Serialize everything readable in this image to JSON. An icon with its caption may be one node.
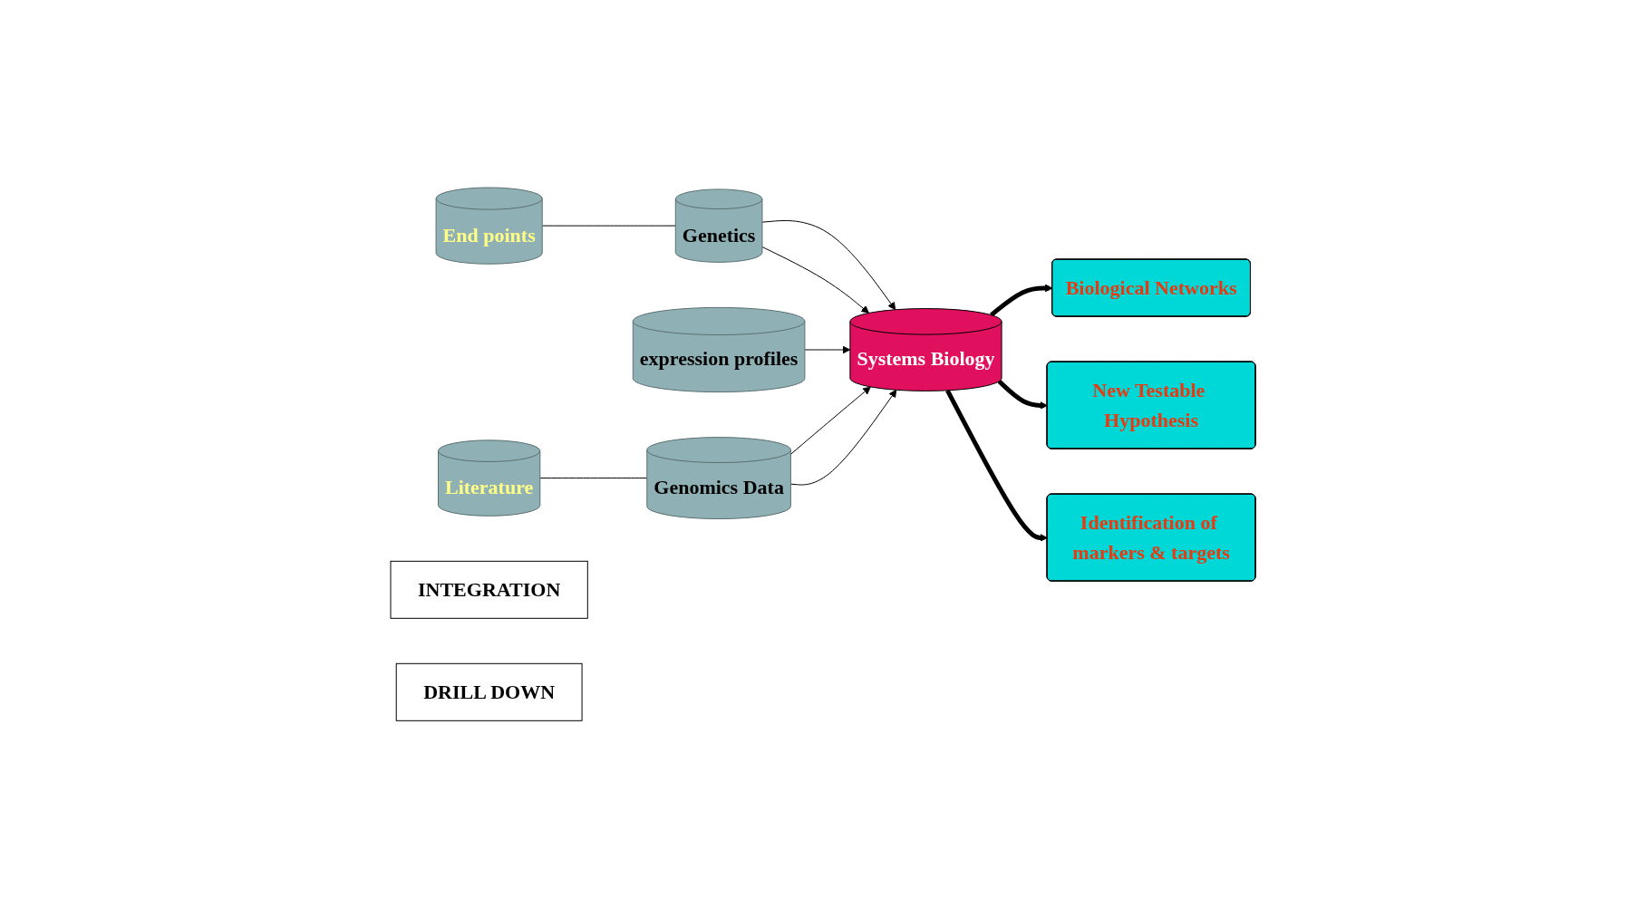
{
  "diagram": {
    "nodes": [
      {
        "text": [
          "End points"
        ]
      },
      {
        "text": [
          "Genetics"
        ]
      },
      {
        "text": [
          "expression profiles"
        ]
      },
      {
        "text": [
          "Genomics Data"
        ]
      },
      {
        "text": [
          "Literature"
        ]
      },
      {
        "text": [
          "Systems Biology"
        ]
      },
      {
        "text": [
          "Biological Networks"
        ]
      },
      {
        "text": [
          "New Testable Hypothesis"
        ]
      },
      {
        "text": [
          "Identification of markers & targets"
        ]
      },
      {
        "text": [
          "INTEGRATION"
        ]
      },
      {
        "text": [
          "DRILL DOWN"
        ]
      }
    ],
    "edges": [
      {
        "from": 0,
        "to": 1,
        "arrow": "none"
      },
      {
        "from": 1,
        "to": 5,
        "arrow": "to"
      },
      {
        "from": 1,
        "to": 5,
        "arrow": "to"
      },
      {
        "from": 2,
        "to": 5,
        "arrow": "to"
      },
      {
        "from": 3,
        "to": 5,
        "arrow": "to"
      },
      {
        "from": 3,
        "to": 5,
        "arrow": "to"
      },
      {
        "from": 4,
        "to": 3,
        "arrow": "none"
      },
      {
        "from": 5,
        "to": 6,
        "arrow": "to",
        "style": "thick"
      },
      {
        "from": 5,
        "to": 7,
        "arrow": "to",
        "style": "thick"
      },
      {
        "from": 5,
        "to": 8,
        "arrow": "to",
        "style": "thick"
      }
    ]
  }
}
